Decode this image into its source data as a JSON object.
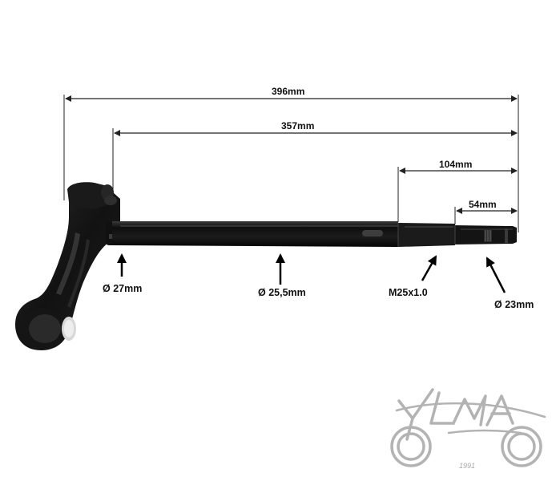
{
  "dimensions": {
    "overall_length": "396mm",
    "tube_length": "357mm",
    "thread_section": "104mm",
    "end_section": "54mm"
  },
  "callouts": {
    "clamp_diameter": "Ø 27mm",
    "tube_diameter": "Ø 25,5mm",
    "thread_spec": "M25x1.0",
    "end_diameter": "Ø 23mm"
  },
  "logo": {
    "brand": "YLMA",
    "year": "1991"
  },
  "colors": {
    "part": "#161616",
    "dimension_line": "#222222",
    "logo": "#b3b3b3"
  }
}
